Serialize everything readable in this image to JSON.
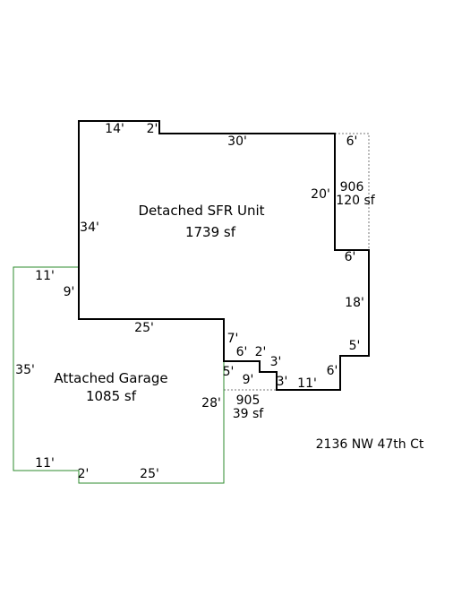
{
  "colors": {
    "house_outline": "#000000",
    "garage_outline": "#2e8b2e",
    "addition_outline": "#777777"
  },
  "address": "2136 NW 47th Ct",
  "areas": {
    "house": {
      "name": "Detached SFR Unit",
      "size": "1739 sf"
    },
    "garage": {
      "name": "Attached Garage",
      "size": "1085 sf"
    },
    "area_906": {
      "name": "906",
      "size": "120 sf"
    },
    "area_905": {
      "name": "905",
      "size": "39 sf"
    }
  },
  "dimensions": {
    "house_top_left": "14'",
    "house_top_step": "2'",
    "house_top": "30'",
    "house_left": "34'",
    "house_right_upper": "20'",
    "house_notch_top": "6'",
    "house_notch_bottom": "6'",
    "house_right": "18'",
    "house_step_right": "5'",
    "house_step_lower": "6'",
    "house_bottom_right": "11'",
    "house_step_a": "3'",
    "house_step_b": "3'",
    "house_step_c": "2'",
    "house_step_d": "6'",
    "house_left_lower": "7'",
    "house_bottom": "25'",
    "garage_top": "11'",
    "garage_jog": "9'",
    "garage_left": "35'",
    "garage_right": "28'",
    "garage_bottom": "25'",
    "garage_bottom_left": "11'",
    "garage_bottom_step": "2'",
    "area_905_width": "9'",
    "area_905_side": "5'"
  }
}
